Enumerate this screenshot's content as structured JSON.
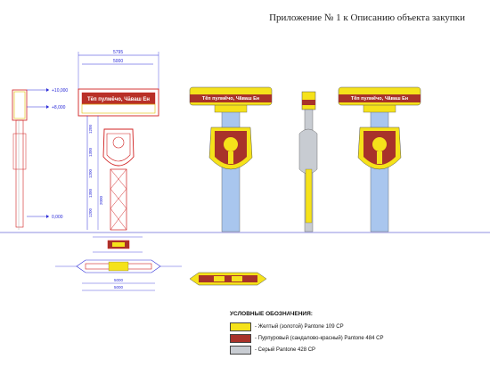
{
  "header": {
    "title": "Приложение № 1 к Описанию объекта закупки"
  },
  "sign_text": "Тӗп пулмӗчо, Чăваш Ен",
  "dimensions": {
    "width_top": "5795",
    "width_inner": "5000",
    "elev_top": "+10,000",
    "elev_mid": "+8,000",
    "elev_zero": "0,000",
    "col_a": "1200",
    "col_b": "1300",
    "col_c": "1200",
    "col_d": "1300",
    "col_e": "1200",
    "col_f": "2000",
    "plan_w": "5000",
    "plan_w2": "5000"
  },
  "legend": {
    "title": "УСЛОВНЫЕ ОБОЗНАЧЕНИЯ:",
    "items": [
      {
        "label": "- Желтый (золотой) Pantone 109 CP",
        "color": "#f5e21a"
      },
      {
        "label": "- Пурпуровый (сандалово-красный) Pantone 484 CP",
        "color": "#a8322a"
      },
      {
        "label": "- Серый Pantone 428 CP",
        "color": "#c8ccd2"
      }
    ]
  },
  "colors": {
    "yellow": "#f5e21a",
    "red": "#a8322a",
    "grey": "#c8ccd2",
    "blue": "#a9c6ee",
    "dim": "#2a2ad8"
  }
}
